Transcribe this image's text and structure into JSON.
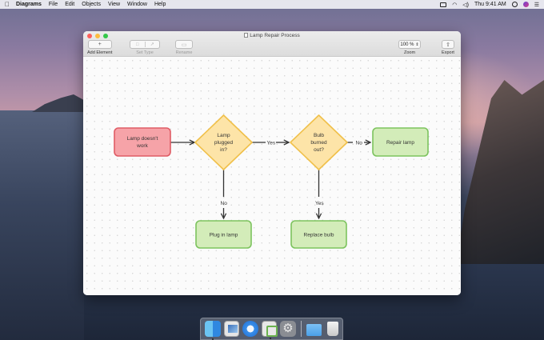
{
  "menubar": {
    "app_name": "Diagrams",
    "items": [
      "File",
      "Edit",
      "Objects",
      "View",
      "Window",
      "Help"
    ],
    "clock": "Thu 9:41 AM"
  },
  "window": {
    "title": "Lamp Repair Process",
    "toolbar": {
      "add_element": "Add Element",
      "set_type": "Set Type",
      "rename": "Rename",
      "zoom_value": "100 %",
      "zoom_label": "Zoom",
      "export": "Export"
    }
  },
  "diagram": {
    "nodes": {
      "lamp_doesnt_work": [
        "Lamp doesn't",
        "work"
      ],
      "lamp_plugged_in": [
        "Lamp",
        "plugged",
        "in?"
      ],
      "bulb_burned_out": [
        "Bulb",
        "burned",
        "out?"
      ],
      "repair_lamp": [
        "Repair lamp"
      ],
      "plug_in_lamp": [
        "Plug in lamp"
      ],
      "replace_bulb": [
        "Replace bulb"
      ]
    },
    "edges": {
      "plugged_yes": "Yes",
      "plugged_no": "No",
      "bulb_no": "No",
      "bulb_yes": "Yes"
    },
    "colors": {
      "start_fill": "#f6a3a8",
      "start_stroke": "#e05c65",
      "decision_fill": "#fde4a8",
      "decision_stroke": "#f0c04a",
      "action_fill": "#d3ecb9",
      "action_stroke": "#7cc35e"
    }
  },
  "dock": {
    "icons": [
      "finder-icon",
      "preview-icon",
      "safari-icon",
      "diagrams-icon",
      "system-preferences-icon",
      "downloads-folder-icon",
      "trash-icon"
    ]
  }
}
